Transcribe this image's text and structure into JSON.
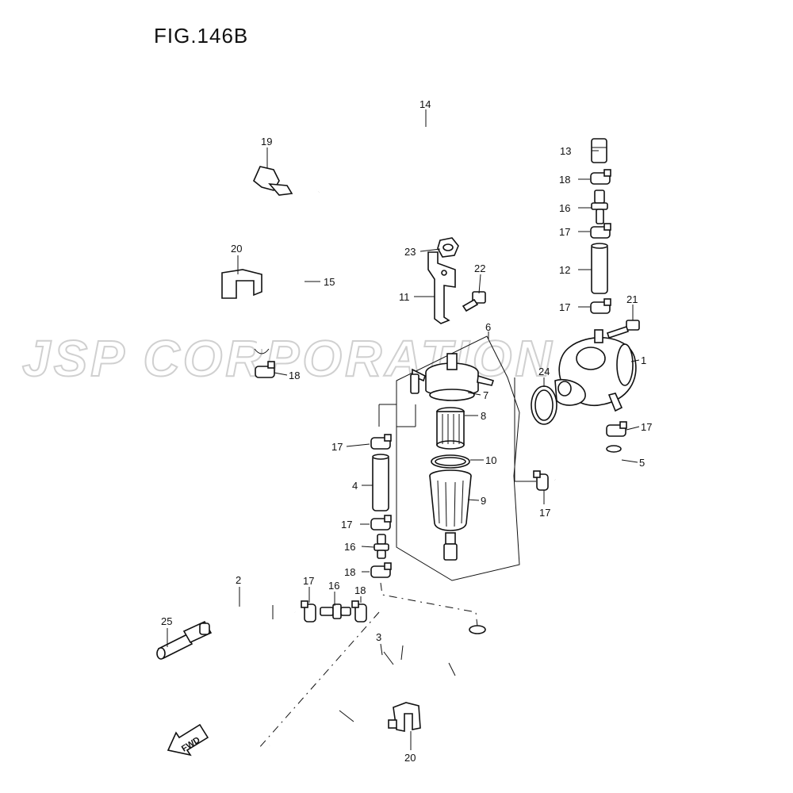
{
  "figure": {
    "title": "FIG.146B"
  },
  "watermark": {
    "text": "JSP CORPORATION"
  },
  "callouts": {
    "p1": "1",
    "p2": "2",
    "p3": "3",
    "p4": "4",
    "p5": "5",
    "p6": "6",
    "p7": "7",
    "p8": "8",
    "p9": "9",
    "p10": "10",
    "p11": "11",
    "p12": "12",
    "p13": "13",
    "p14": "14",
    "p15": "15",
    "p16": "16",
    "p17": "17",
    "p18": "18",
    "p19": "19",
    "p20": "20",
    "p21": "21",
    "p22": "22",
    "p23": "23",
    "p24": "24",
    "p25": "25"
  },
  "fwd_arrow": {
    "label": "FWD"
  }
}
